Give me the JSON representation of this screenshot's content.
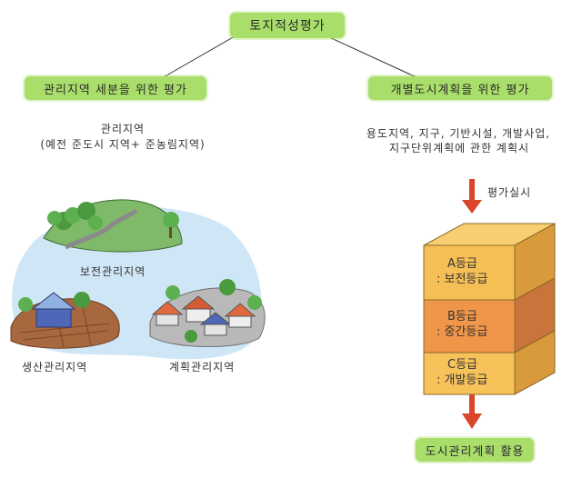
{
  "top": {
    "title": "토지적성평가"
  },
  "left": {
    "heading": "관리지역 세분을 위한 평가",
    "desc_line1": "관리지역",
    "desc_line2": "(예전 준도시 지역+ 준농림지역)",
    "zones": {
      "conservation": "보전관리지역",
      "production": "생산관리지역",
      "planned": "계획관리지역"
    }
  },
  "right": {
    "heading": "개별도시계획을 위한 평가",
    "desc_line1": "용도지역, 지구, 기반시설, 개발사업,",
    "desc_line2": "지구단위계획에 관한 계획시",
    "step_label": "평가실시",
    "grades": [
      {
        "grade": "A등급",
        "meaning": ": 보전등급",
        "color": "#f5bf55"
      },
      {
        "grade": "B등급",
        "meaning": ": 중간등급",
        "color": "#f0964a"
      },
      {
        "grade": "C등급",
        "meaning": ": 개발등급",
        "color": "#f7c25a"
      }
    ],
    "result": "도시관리계획 활용"
  },
  "colors": {
    "pill": "#a9de6b",
    "arrow": "#d9462b",
    "blob": "#cfe6f6"
  }
}
